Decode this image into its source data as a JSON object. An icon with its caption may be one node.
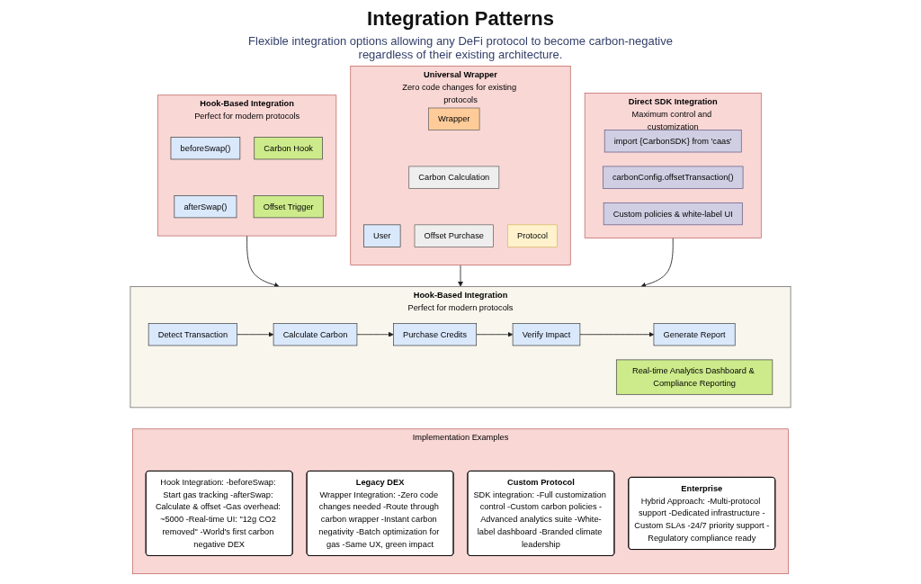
{
  "diagram": {
    "title": "Integration Patterns",
    "nodes": [
      {
        "text": [
          "Hook-Based Integration",
          "Perfect for modern protocols"
        ]
      },
      {
        "text": [
          "beforeSwap()"
        ],
        "in": 0
      },
      {
        "text": [
          "Carbon Hook"
        ],
        "in": 0
      },
      {
        "text": [
          "afterSwap()"
        ],
        "in": 0
      },
      {
        "text": [
          "Offset Trigger"
        ],
        "in": 0
      },
      {
        "text": [
          "Universal Wrapper",
          "Zero code changes for existing protocols"
        ]
      },
      {
        "text": [
          "User"
        ],
        "in": 5
      },
      {
        "text": [
          "Wrapper"
        ],
        "in": 5
      },
      {
        "text": [
          "Protocol"
        ],
        "in": 5
      },
      {
        "text": [
          "Carbon Calculation"
        ],
        "in": 5
      },
      {
        "text": [
          "Offset Purchase"
        ],
        "in": 5
      },
      {
        "text": [
          "Direct SDK Integration",
          "Maximum control and customization"
        ]
      },
      {
        "text": [
          "import {CarbonSDK} from 'caas'"
        ],
        "in": 11
      },
      {
        "text": [
          "carbonConfig.offsetTransaction()"
        ],
        "in": 11
      },
      {
        "text": [
          "Custom policies & white-label UI"
        ],
        "in": 11
      },
      {
        "text": [
          "Hook-Based Integration",
          "Perfect for modern protocols"
        ]
      },
      {
        "text": [
          "Detect Transaction"
        ],
        "in": 15
      },
      {
        "text": [
          "Calculate Carbon"
        ],
        "in": 15
      },
      {
        "text": [
          "Purchase Credits"
        ],
        "in": 15
      },
      {
        "text": [
          "Verify Impact"
        ],
        "in": 15
      },
      {
        "text": [
          "Generate Report"
        ],
        "in": 15
      },
      {
        "text": [
          "Real-time Analytics Dashboard & Compliance Reporting"
        ],
        "in": 15
      },
      {
        "text": [
          "Implementation Examples"
        ]
      },
      {
        "text": [
          "Hook Integration: -beforeSwap: Start gas tracking -afterSwap: Calculate & offset -Gas overhead: ~5000 -Real-time UI: \"12g CO2 removed\" -World's first carbon negative DEX"
        ],
        "in": 22
      },
      {
        "text": [
          "Legacy DEX",
          "Wrapper Integration: -Zero code changes needed -Route through carbon wrapper -Instant carbon negativity -Batch optimization for gas -Same UX, green impact"
        ],
        "in": 22
      },
      {
        "text": [
          "Custom Protocol",
          "SDK integration: -Full customization control -Custom carbon policies -Advanced analytics suite -White-label dashboard -Branded climate leadership"
        ],
        "in": 22
      },
      {
        "text": [
          "Enterprise",
          "Hybrid Approach: -Multi-protocol support -Dedicated infrastructure -Custom SLAs -24/7 priority support -Regulatory compliance ready"
        ],
        "in": 22
      }
    ],
    "edges": [
      {
        "from": 0,
        "to": 15,
        "arrow": "to"
      },
      {
        "from": 5,
        "to": 15,
        "arrow": "to"
      },
      {
        "from": 11,
        "to": 15,
        "arrow": "to"
      },
      {
        "from": 16,
        "to": 17,
        "arrow": "to"
      },
      {
        "from": 17,
        "to": 18,
        "arrow": "to"
      },
      {
        "from": 18,
        "to": 19,
        "arrow": "to"
      },
      {
        "from": 19,
        "to": 20,
        "arrow": "to"
      }
    ],
    "labels": [
      "Flexible integration options allowing any DeFi protocol to become carbon-negative regardless of their existing architecture."
    ]
  }
}
